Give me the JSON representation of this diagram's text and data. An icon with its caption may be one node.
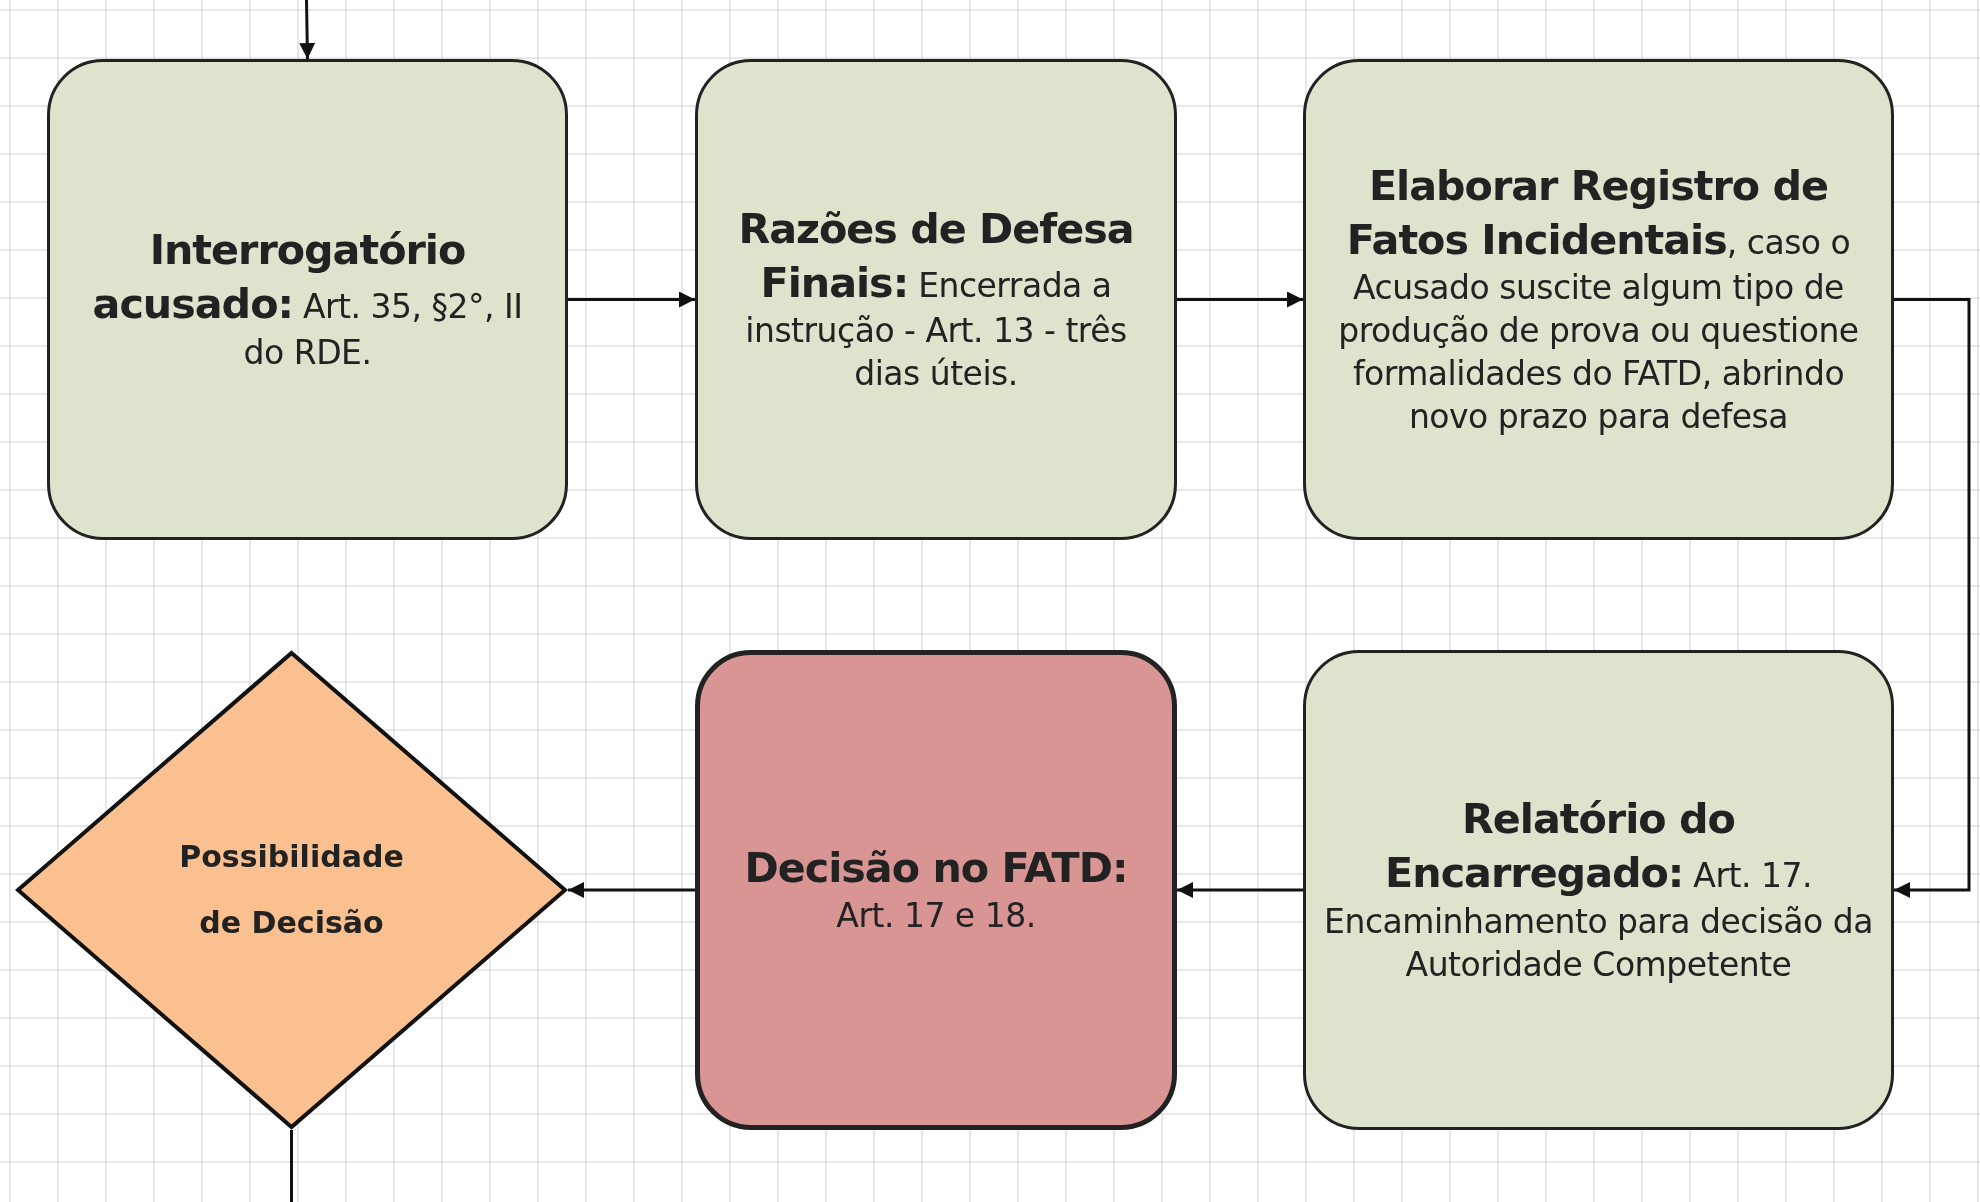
{
  "diagram": {
    "nodes": [
      {
        "text": [
          "**Interrogatório acusado:** Art. 35, §2°, II do RDE."
        ]
      },
      {
        "text": [
          "**Razões de Defesa Finais:** Encerrada a instrução - Art. 13 - três dias úteis."
        ]
      },
      {
        "text": [
          "**Elaborar Registro de Fatos Incidentais**, caso o Acusado suscite algum tipo de produção de prova ou questione formalidades do FATD, abrindo novo prazo para defesa"
        ]
      },
      {
        "text": [
          "Possibilidade de Decisão"
        ]
      },
      {
        "text": [
          "**Decisão no FATD:** Art. 17 e 18."
        ]
      },
      {
        "text": [
          "**Relatório do Encarregado:** Art. 17. Encaminhamento para decisão da Autoridade Competente"
        ]
      }
    ],
    "edges": [
      {
        "from": null,
        "to": 0,
        "arrow": "to"
      },
      {
        "from": 0,
        "to": 1,
        "arrow": "to"
      },
      {
        "from": 1,
        "to": 2,
        "arrow": "to"
      },
      {
        "from": 2,
        "to": 5,
        "arrow": "to"
      },
      {
        "from": 5,
        "to": 4,
        "arrow": "to"
      },
      {
        "from": 4,
        "to": 3,
        "arrow": "to"
      },
      {
        "from": 3,
        "to": null,
        "arrow": "none"
      }
    ]
  }
}
